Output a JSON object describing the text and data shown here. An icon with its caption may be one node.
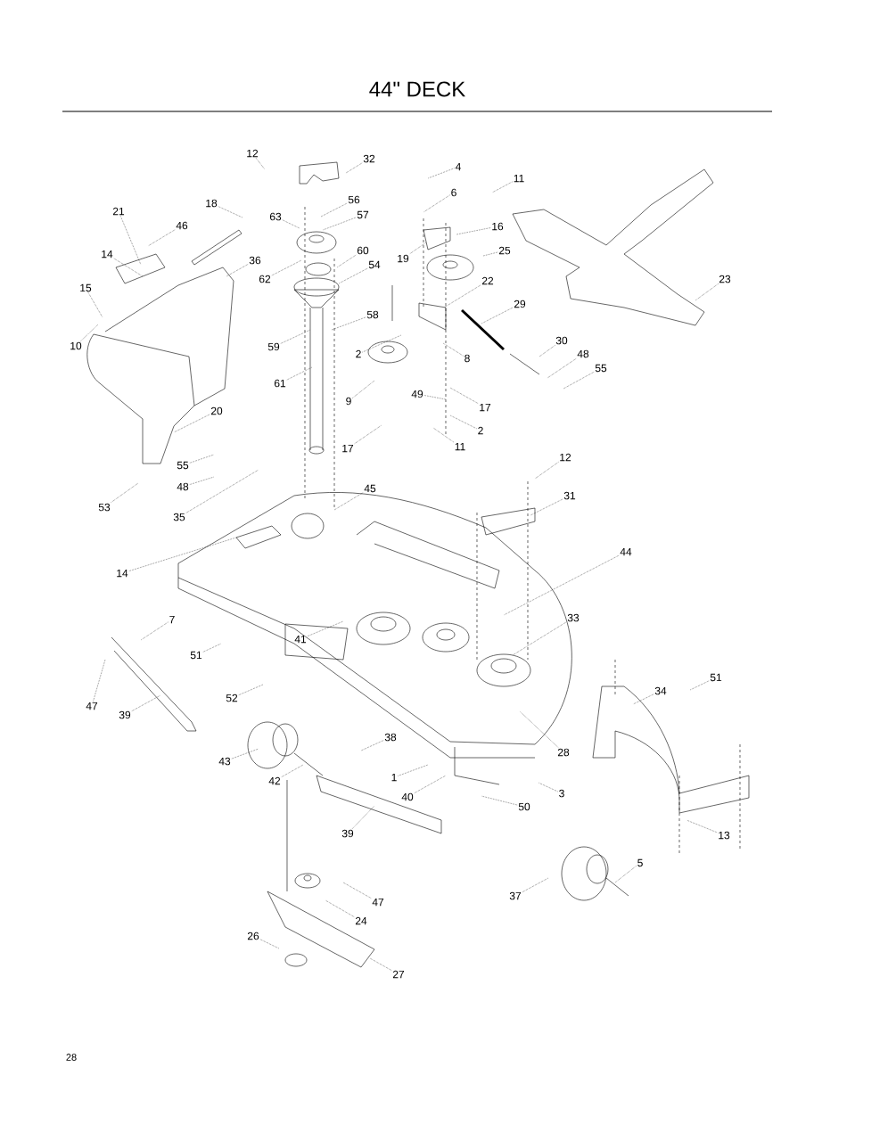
{
  "diagram": {
    "title": "44\" DECK",
    "nodes": [
      {
        "text": [
          "12"
        ]
      },
      {
        "text": [
          "32"
        ]
      },
      {
        "text": [
          "18"
        ]
      },
      {
        "text": [
          "21"
        ]
      },
      {
        "text": [
          "46"
        ]
      },
      {
        "text": [
          "14"
        ]
      },
      {
        "text": [
          "56"
        ]
      },
      {
        "text": [
          "57"
        ]
      },
      {
        "text": [
          "63"
        ]
      },
      {
        "text": [
          "36"
        ]
      },
      {
        "text": [
          "60"
        ]
      },
      {
        "text": [
          "54"
        ]
      },
      {
        "text": [
          "62"
        ]
      },
      {
        "text": [
          "15"
        ]
      },
      {
        "text": [
          "10"
        ]
      },
      {
        "text": [
          "58"
        ]
      },
      {
        "text": [
          "59"
        ]
      },
      {
        "text": [
          "2"
        ]
      },
      {
        "text": [
          "61"
        ]
      },
      {
        "text": [
          "9"
        ]
      },
      {
        "text": [
          "49"
        ]
      },
      {
        "text": [
          "17"
        ]
      },
      {
        "text": [
          "20"
        ]
      },
      {
        "text": [
          "55"
        ]
      },
      {
        "text": [
          "48"
        ]
      },
      {
        "text": [
          "53"
        ]
      },
      {
        "text": [
          "35"
        ]
      },
      {
        "text": [
          "45"
        ]
      },
      {
        "text": [
          "4"
        ]
      },
      {
        "text": [
          "6"
        ]
      },
      {
        "text": [
          "11"
        ]
      },
      {
        "text": [
          "16"
        ]
      },
      {
        "text": [
          "19"
        ]
      },
      {
        "text": [
          "25"
        ]
      },
      {
        "text": [
          "22"
        ]
      },
      {
        "text": [
          "29"
        ]
      },
      {
        "text": [
          "23"
        ]
      },
      {
        "text": [
          "8"
        ]
      },
      {
        "text": [
          "30"
        ]
      },
      {
        "text": [
          "48"
        ]
      },
      {
        "text": [
          "55"
        ]
      },
      {
        "text": [
          "17"
        ]
      },
      {
        "text": [
          "2"
        ]
      },
      {
        "text": [
          "11"
        ]
      },
      {
        "text": [
          "12"
        ]
      },
      {
        "text": [
          "31"
        ]
      },
      {
        "text": [
          "44"
        ]
      },
      {
        "text": [
          "33"
        ]
      },
      {
        "text": [
          "14"
        ]
      },
      {
        "text": [
          "7"
        ]
      },
      {
        "text": [
          "47"
        ]
      },
      {
        "text": [
          "51"
        ]
      },
      {
        "text": [
          "39"
        ]
      },
      {
        "text": [
          "52"
        ]
      },
      {
        "text": [
          "41"
        ]
      },
      {
        "text": [
          "43"
        ]
      },
      {
        "text": [
          "42"
        ]
      },
      {
        "text": [
          "38"
        ]
      },
      {
        "text": [
          "34"
        ]
      },
      {
        "text": [
          "51"
        ]
      },
      {
        "text": [
          "28"
        ]
      },
      {
        "text": [
          "1"
        ]
      },
      {
        "text": [
          "40"
        ]
      },
      {
        "text": [
          "3"
        ]
      },
      {
        "text": [
          "50"
        ]
      },
      {
        "text": [
          "39"
        ]
      },
      {
        "text": [
          "13"
        ]
      },
      {
        "text": [
          "5"
        ]
      },
      {
        "text": [
          "37"
        ]
      },
      {
        "text": [
          "47"
        ]
      },
      {
        "text": [
          "24"
        ]
      },
      {
        "text": [
          "26"
        ]
      },
      {
        "text": [
          "27"
        ]
      }
    ],
    "edges": [
      {
        "from": 0,
        "to": null,
        "arrow": "none"
      },
      {
        "from": 1,
        "to": null,
        "arrow": "none"
      },
      {
        "from": 2,
        "to": null,
        "arrow": "none"
      },
      {
        "from": 3,
        "to": null,
        "arrow": "none"
      },
      {
        "from": 4,
        "to": null,
        "arrow": "none"
      },
      {
        "from": 5,
        "to": null,
        "arrow": "none"
      },
      {
        "from": 6,
        "to": null,
        "arrow": "none"
      },
      {
        "from": 7,
        "to": null,
        "arrow": "none"
      },
      {
        "from": 8,
        "to": null,
        "arrow": "none"
      },
      {
        "from": 9,
        "to": null,
        "arrow": "none"
      },
      {
        "from": 10,
        "to": null,
        "arrow": "none"
      },
      {
        "from": 11,
        "to": null,
        "arrow": "none"
      },
      {
        "from": 12,
        "to": null,
        "arrow": "none"
      },
      {
        "from": 13,
        "to": null,
        "arrow": "none"
      },
      {
        "from": 14,
        "to": null,
        "arrow": "none"
      },
      {
        "from": 15,
        "to": null,
        "arrow": "none"
      },
      {
        "from": 16,
        "to": null,
        "arrow": "none"
      },
      {
        "from": 17,
        "to": null,
        "arrow": "none"
      },
      {
        "from": 18,
        "to": null,
        "arrow": "none"
      },
      {
        "from": 19,
        "to": null,
        "arrow": "none"
      },
      {
        "from": 20,
        "to": null,
        "arrow": "none"
      },
      {
        "from": 21,
        "to": null,
        "arrow": "none"
      },
      {
        "from": 22,
        "to": null,
        "arrow": "none"
      },
      {
        "from": 23,
        "to": null,
        "arrow": "none"
      },
      {
        "from": 24,
        "to": null,
        "arrow": "none"
      },
      {
        "from": 25,
        "to": null,
        "arrow": "none"
      },
      {
        "from": 26,
        "to": null,
        "arrow": "none"
      },
      {
        "from": 27,
        "to": null,
        "arrow": "none"
      },
      {
        "from": 28,
        "to": null,
        "arrow": "none"
      },
      {
        "from": 29,
        "to": null,
        "arrow": "none"
      },
      {
        "from": 30,
        "to": null,
        "arrow": "none"
      },
      {
        "from": 31,
        "to": null,
        "arrow": "none"
      },
      {
        "from": 32,
        "to": null,
        "arrow": "none"
      },
      {
        "from": 33,
        "to": null,
        "arrow": "none"
      },
      {
        "from": 34,
        "to": null,
        "arrow": "none"
      },
      {
        "from": 35,
        "to": null,
        "arrow": "none"
      },
      {
        "from": 36,
        "to": null,
        "arrow": "none"
      },
      {
        "from": 37,
        "to": null,
        "arrow": "none"
      },
      {
        "from": 38,
        "to": null,
        "arrow": "none"
      },
      {
        "from": 39,
        "to": null,
        "arrow": "none"
      },
      {
        "from": 40,
        "to": null,
        "arrow": "none"
      },
      {
        "from": 41,
        "to": null,
        "arrow": "none"
      },
      {
        "from": 42,
        "to": null,
        "arrow": "none"
      },
      {
        "from": 43,
        "to": null,
        "arrow": "none"
      },
      {
        "from": 44,
        "to": null,
        "arrow": "none"
      },
      {
        "from": 45,
        "to": null,
        "arrow": "none"
      },
      {
        "from": 46,
        "to": null,
        "arrow": "none"
      },
      {
        "from": 47,
        "to": null,
        "arrow": "none"
      },
      {
        "from": 48,
        "to": null,
        "arrow": "none"
      },
      {
        "from": 49,
        "to": null,
        "arrow": "none"
      },
      {
        "from": 50,
        "to": null,
        "arrow": "none"
      },
      {
        "from": 51,
        "to": null,
        "arrow": "none"
      },
      {
        "from": 52,
        "to": null,
        "arrow": "none"
      },
      {
        "from": 53,
        "to": null,
        "arrow": "none"
      },
      {
        "from": 54,
        "to": null,
        "arrow": "none"
      },
      {
        "from": 55,
        "to": null,
        "arrow": "none"
      },
      {
        "from": 56,
        "to": null,
        "arrow": "none"
      },
      {
        "from": 57,
        "to": null,
        "arrow": "none"
      },
      {
        "from": 58,
        "to": null,
        "arrow": "none"
      },
      {
        "from": 59,
        "to": null,
        "arrow": "none"
      },
      {
        "from": 60,
        "to": null,
        "arrow": "none"
      },
      {
        "from": 61,
        "to": null,
        "arrow": "none"
      },
      {
        "from": 62,
        "to": null,
        "arrow": "none"
      },
      {
        "from": 63,
        "to": null,
        "arrow": "none"
      },
      {
        "from": 64,
        "to": null,
        "arrow": "none"
      },
      {
        "from": 65,
        "to": null,
        "arrow": "none"
      },
      {
        "from": 66,
        "to": null,
        "arrow": "none"
      },
      {
        "from": 67,
        "to": null,
        "arrow": "none"
      },
      {
        "from": 68,
        "to": null,
        "arrow": "none"
      },
      {
        "from": 69,
        "to": null,
        "arrow": "none"
      },
      {
        "from": 70,
        "to": null,
        "arrow": "none"
      },
      {
        "from": 71,
        "to": null,
        "arrow": "none"
      },
      {
        "from": 72,
        "to": null,
        "arrow": "none"
      }
    ],
    "labels": [
      "28"
    ]
  }
}
